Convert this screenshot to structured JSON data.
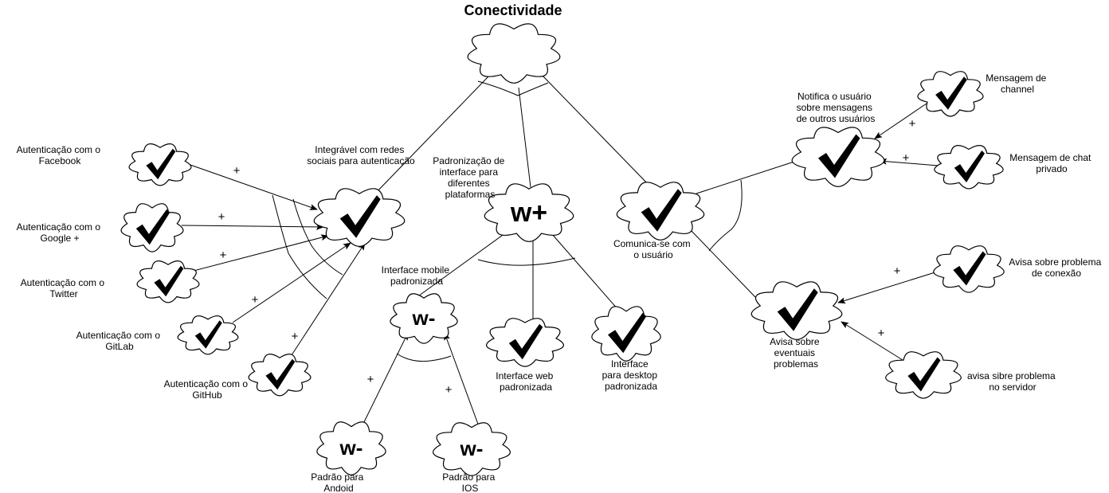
{
  "title": "Conectividade",
  "colors": {
    "stroke": "#000000",
    "fill": "#ffffff",
    "text": "#000000"
  },
  "goals": {
    "root": {
      "symbol": ""
    },
    "social": {
      "label": [
        "Integrável com redes",
        "sociais para autenticação"
      ],
      "symbol": "check-icon"
    },
    "interface": {
      "label": [
        "Padronização de",
        "interface para",
        "diferentes",
        "plataformas"
      ],
      "symbol": "W+"
    },
    "communicate": {
      "label": [
        "Comunica-se com",
        "o usuário"
      ],
      "symbol": "check-icon"
    },
    "notify": {
      "label": [
        "Notifica o usuário",
        "sobre mensagens",
        "de outros usuários"
      ],
      "symbol": "check-icon"
    },
    "warn": {
      "label": [
        "Avisa sobre",
        "eventuais",
        "problemas"
      ],
      "symbol": "check-icon"
    },
    "mobile": {
      "label": [
        "Interface mobile",
        "padronizada"
      ],
      "symbol": "W-"
    },
    "web": {
      "label": [
        "Interface web",
        "padronizada"
      ],
      "symbol": "check-icon"
    },
    "desktop": {
      "label": [
        "Interface",
        "para desktop",
        "padronizada"
      ],
      "symbol": "check-icon"
    },
    "android": {
      "label": [
        "Padrão para",
        "Andoid"
      ],
      "symbol": "W-"
    },
    "ios": {
      "label": [
        "Padrão para",
        "IOS"
      ],
      "symbol": "W-"
    },
    "facebook": {
      "label": [
        "Autenticação com o",
        "Facebook"
      ],
      "symbol": "check-icon"
    },
    "google": {
      "label": [
        "Autenticação com o",
        "Google +"
      ],
      "symbol": "check-icon"
    },
    "twitter": {
      "label": [
        "Autenticação com o",
        "Twitter"
      ],
      "symbol": "check-icon"
    },
    "gitlab": {
      "label": [
        "Autenticação com o",
        "GitLab"
      ],
      "symbol": "check-icon"
    },
    "github": {
      "label": [
        "Autenticação com o",
        "GitHub"
      ],
      "symbol": "check-icon"
    },
    "channel": {
      "label": [
        "Mensagem de",
        "channel"
      ],
      "symbol": "check-icon"
    },
    "private": {
      "label": [
        "Mensagem de chat",
        "privado"
      ],
      "symbol": "check-icon"
    },
    "connection": {
      "label": [
        "Avisa sobre problema",
        "de conexão"
      ],
      "symbol": "check-icon"
    },
    "server": {
      "label": [
        "avisa sibre problema",
        "no servidor"
      ],
      "symbol": "check-icon"
    }
  },
  "contributions": {
    "facebook": "+",
    "google": "+",
    "twitter": "+",
    "gitlab": "+",
    "github": "+",
    "android": "+",
    "ios": "+",
    "channel": "+",
    "private": "+",
    "connection": "+",
    "server": "+"
  }
}
